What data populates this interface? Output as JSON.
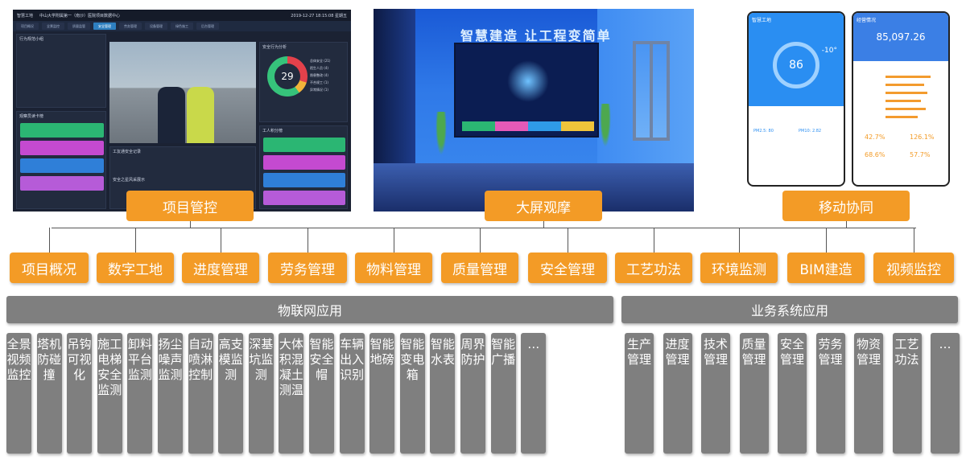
{
  "dashboard": {
    "app_title": "智慧工地",
    "project": "中山大学附属第一（南沙）医院项目数据中心",
    "datetime": "2019-12-27 18:15:08 星期五",
    "nav": [
      "项目概况",
      "全景监控",
      "质量监管",
      "安全管理",
      "劳务管理",
      "设备管理",
      "绿色施工",
      "后台管理"
    ],
    "active_nav": 3,
    "panel_titles": [
      "行为规范小组",
      "观察员读卡榜",
      "安全行为分析",
      "工人积分榜",
      "工友通安全记录",
      "安全之星风采展示"
    ],
    "donut_value": "29",
    "donut_legend": [
      "总体安全 (21)",
      "陌生人员 (4)",
      "隐患整改 (4)",
      "不合规工 (1)",
      "异常情况 (1)"
    ]
  },
  "room": {
    "banner": "智慧建造  让工程变简单"
  },
  "phones": [
    {
      "title": "智慧工地",
      "score": "86",
      "temp": "-10°",
      "pm25": "PM2.5: 80",
      "pm10": "PM10: 2.82"
    },
    {
      "title": "经营情况",
      "amount": "85,097.26",
      "stats": [
        "42.7%",
        "126.1%",
        "68.6%",
        "57.7%"
      ]
    }
  ],
  "top_tags": [
    "项目管控",
    "大屏观摩",
    "移动协同"
  ],
  "modules": [
    "项目概况",
    "数字工地",
    "进度管理",
    "劳务管理",
    "物料管理",
    "质量管理",
    "安全管理",
    "工艺功法",
    "环境监测",
    "BIM建造",
    "视频监控"
  ],
  "groups": [
    "物联网应用",
    "业务系统应用"
  ],
  "iot_items": [
    "全景视频监控",
    "塔机防碰撞",
    "吊钩可视化",
    "施工电梯安全监测",
    "卸料平台监测",
    "扬尘噪声监测",
    "自动喷淋控制",
    "高支模监测",
    "深基坑监测",
    "大体积混凝土测温",
    "智能安全帽",
    "车辆出入识别",
    "智能地磅",
    "智能变电箱",
    "智能水表",
    "周界防护",
    "智能广播",
    "…"
  ],
  "biz_items": [
    "生产管理",
    "进度管理",
    "技术管理",
    "质量管理",
    "安全管理",
    "劳务管理",
    "物资管理",
    "工艺功法",
    "…"
  ]
}
